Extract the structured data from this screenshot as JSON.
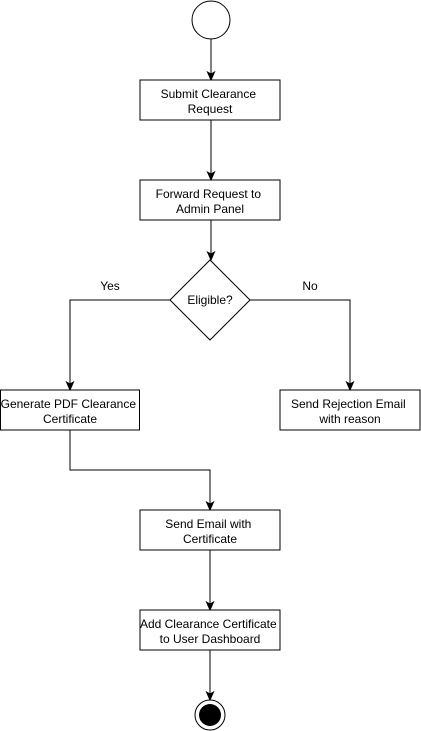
{
  "nodes": {
    "submit": {
      "line1": "Submit Clearance",
      "line2": "Request"
    },
    "forward": {
      "line1": "Forward Request to",
      "line2": "Admin Panel"
    },
    "decision": {
      "label": "Eligible?"
    },
    "generate": {
      "line1": "Generate PDF Clearance",
      "line2": "Certificate"
    },
    "reject": {
      "line1": "Send Rejection Email",
      "line2": "with reason"
    },
    "send_email": {
      "line1": "Send Email with",
      "line2": "Certificate"
    },
    "dashboard": {
      "line1": "Add Clearance Certificate",
      "line2": "to User Dashboard"
    }
  },
  "edges": {
    "yes_label": "Yes",
    "no_label": "No"
  }
}
